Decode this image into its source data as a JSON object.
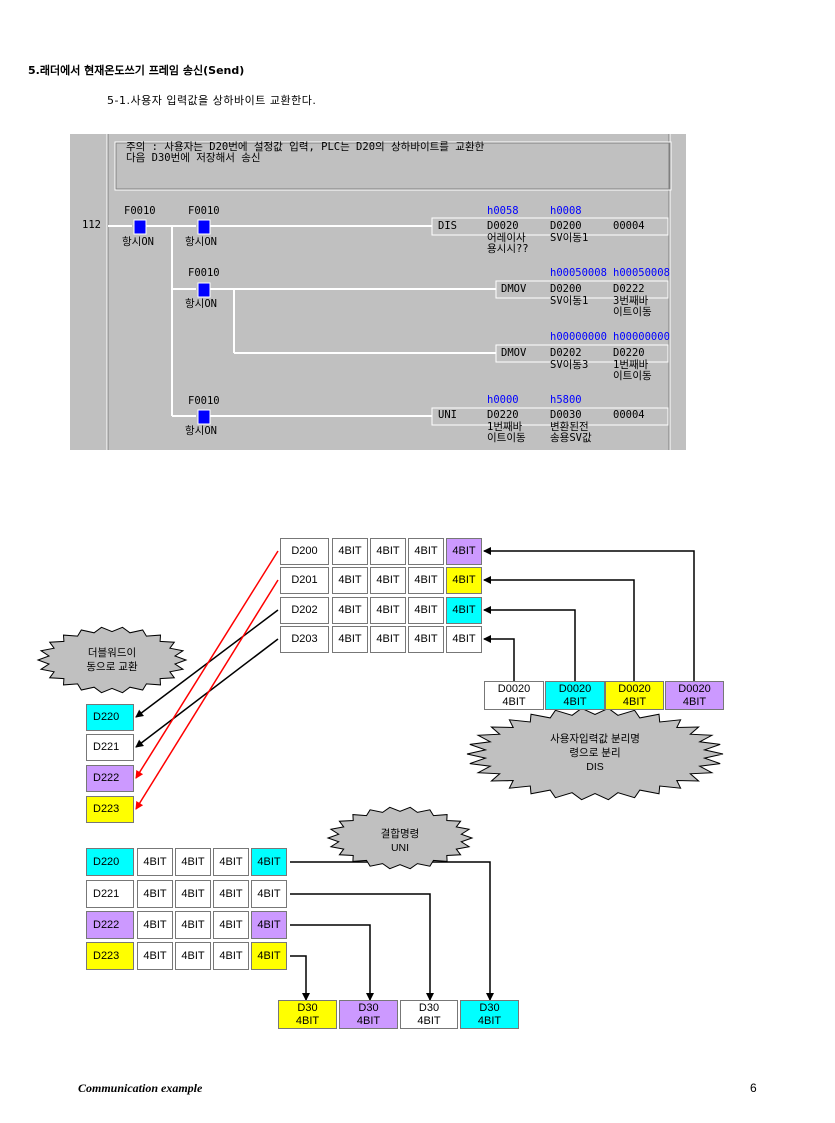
{
  "heading": "5.래더에서 현재온도쓰기 프레임 송신(Send)",
  "subheading": "5-1.사용자 입력값을 상하바이트 교환한다.",
  "ladder": {
    "comment_line1": "주의 : 사용자는 D20번에 설정값 입력, PLC는 D20의 상하바이트를 교환한",
    "comment_line2": "다음 D30번에 저장해서 송신",
    "step": "112",
    "contacts": [
      {
        "addr": "F0010",
        "label": "항시ON"
      },
      {
        "addr": "F0010",
        "label": "항시ON"
      },
      {
        "addr": "F0010",
        "label": "항시ON"
      },
      {
        "addr": "F0010",
        "label": "항시ON"
      }
    ],
    "rungs": [
      {
        "inst": "DIS",
        "v1": "h0058",
        "v2": "h0008",
        "op1": "D0020",
        "op2": "D0200",
        "op3": "00004",
        "c1a": "어레이사",
        "c1b": "용시시??",
        "c2a": "SV이동1",
        "c2b": ""
      },
      {
        "inst": "DMOV",
        "v1": "",
        "v2": "h00050008",
        "v3": "h00050008",
        "op2": "D0200",
        "op3": "D0222",
        "c2a": "SV이동1",
        "c3a": "3번째바",
        "c3b": "이트이동"
      },
      {
        "inst": "DMOV",
        "v2": "h00000000",
        "v3": "h00000000",
        "op2": "D0202",
        "op3": "D0220",
        "c2a": "SV이동3",
        "c3a": "1번째바",
        "c3b": "이트이동"
      },
      {
        "inst": "UNI",
        "v1": "h0000",
        "v2": "h5800",
        "op1": "D0220",
        "op2": "D0030",
        "op3": "00004",
        "c1a": "1번째바",
        "c1b": "이트이동",
        "c2a": "변환된전",
        "c2b": "송용SV값"
      }
    ]
  },
  "top_regs": [
    "D200",
    "D201",
    "D202",
    "D203"
  ],
  "bit_label": "4BIT",
  "d0020": [
    {
      "name": "D0020",
      "bit": "4BIT",
      "color": "#ffffff"
    },
    {
      "name": "D0020",
      "bit": "4BIT",
      "color": "#00ffff"
    },
    {
      "name": "D0020",
      "bit": "4BIT",
      "color": "#ffff00"
    },
    {
      "name": "D0020",
      "bit": "4BIT",
      "color": "#cc99ff"
    }
  ],
  "burst_double": {
    "line1": "더블워드이",
    "line2": "동으로 교환"
  },
  "burst_dis": {
    "line1": "사용자입력값 분리명",
    "line2": "령으로 분리",
    "line3": "DIS"
  },
  "burst_uni": {
    "line1": "결합명령",
    "line2": "UNI"
  },
  "mid_regs": [
    {
      "name": "D220",
      "color": "#00ffff"
    },
    {
      "name": "D221",
      "color": "#ffffff"
    },
    {
      "name": "D222",
      "color": "#cc99ff"
    },
    {
      "name": "D223",
      "color": "#ffff00"
    }
  ],
  "bot_regs": [
    {
      "name": "D220",
      "color": "#00ffff"
    },
    {
      "name": "D221",
      "color": "#ffffff"
    },
    {
      "name": "D222",
      "color": "#cc99ff"
    },
    {
      "name": "D223",
      "color": "#ffff00"
    }
  ],
  "d30": [
    {
      "name": "D30",
      "bit": "4BIT",
      "color": "#ffff00"
    },
    {
      "name": "D30",
      "bit": "4BIT",
      "color": "#cc99ff"
    },
    {
      "name": "D30",
      "bit": "4BIT",
      "color": "#ffffff"
    },
    {
      "name": "D30",
      "bit": "4BIT",
      "color": "#00ffff"
    }
  ],
  "top_last_colors": [
    "#cc99ff",
    "#ffff00",
    "#00ffff",
    "#ffffff"
  ],
  "bot_last_colors": [
    "#00ffff",
    "#ffffff",
    "#cc99ff",
    "#ffff00"
  ],
  "footer_left": "Communication example",
  "footer_right": "6"
}
